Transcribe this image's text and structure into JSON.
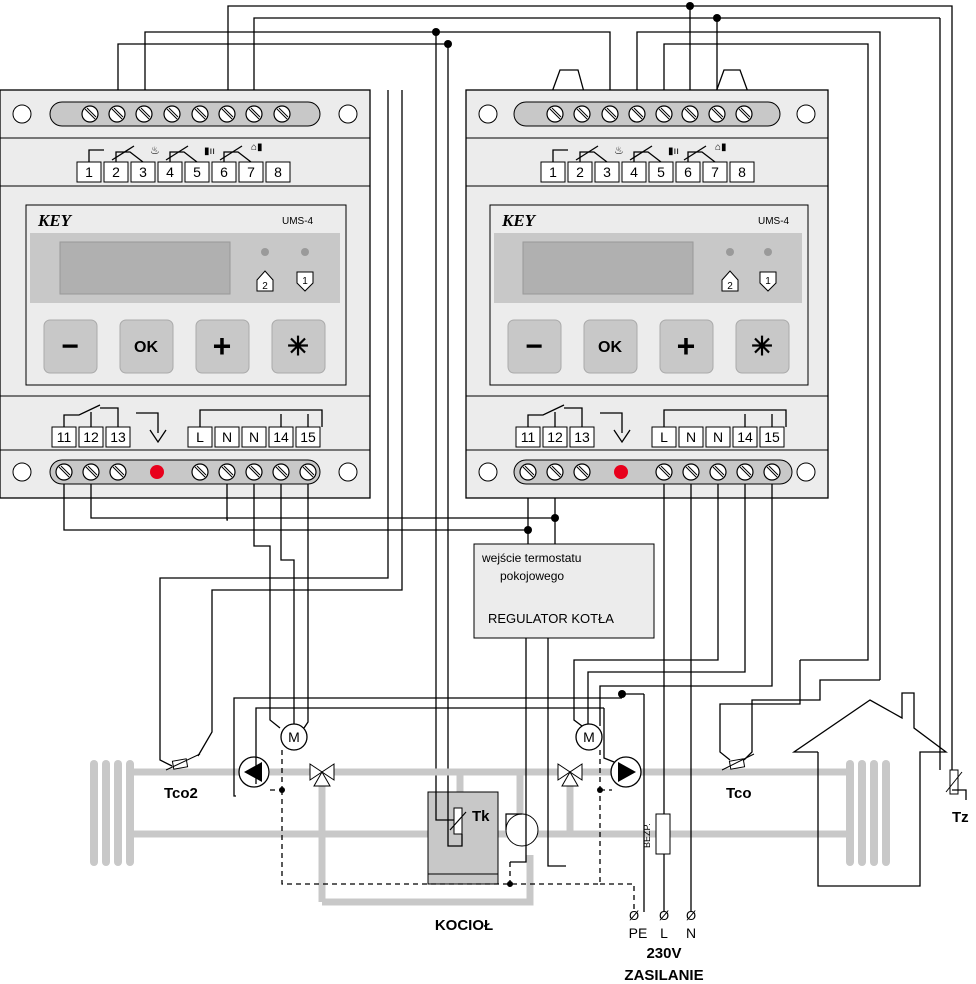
{
  "controllers": [
    {
      "id": "left",
      "brand": "KEY",
      "model": "UMS-4",
      "top_terminals": [
        "1",
        "2",
        "3",
        "4",
        "5",
        "6",
        "7",
        "8"
      ],
      "bottom_terminals": [
        "11",
        "12",
        "13",
        "L",
        "N",
        "N",
        "14",
        "15"
      ],
      "led_labels": [
        "2",
        "1"
      ],
      "buttons": [
        "−",
        "OK",
        "+",
        "✳"
      ]
    },
    {
      "id": "right",
      "brand": "KEY",
      "model": "UMS-4",
      "top_terminals": [
        "1",
        "2",
        "3",
        "4",
        "5",
        "6",
        "7",
        "8"
      ],
      "bottom_terminals": [
        "11",
        "12",
        "13",
        "L",
        "N",
        "N",
        "14",
        "15"
      ],
      "led_labels": [
        "2",
        "1"
      ],
      "buttons": [
        "−",
        "OK",
        "+",
        "✳"
      ]
    }
  ],
  "regulator": {
    "line1": "wejście termostatu",
    "line2": "pokojowego",
    "title": "REGULATOR KOTŁA"
  },
  "labels": {
    "tco2": "Tco2",
    "tk": "Tk",
    "tco": "Tco",
    "tz": "Tz",
    "kociol": "KOCIOŁ",
    "bezp": "BEZP.",
    "pe": "PE",
    "l": "L",
    "n": "N",
    "voltage": "230V",
    "zasilanie": "ZASILANIE",
    "motor": "M",
    "term_symbol": "Ø"
  },
  "colors": {
    "panel": "#ececec",
    "display": "#c8c8c8",
    "pipe": "#c8c8c8",
    "led_red": "#e8001c",
    "led_grey": "#9a9a9a"
  }
}
